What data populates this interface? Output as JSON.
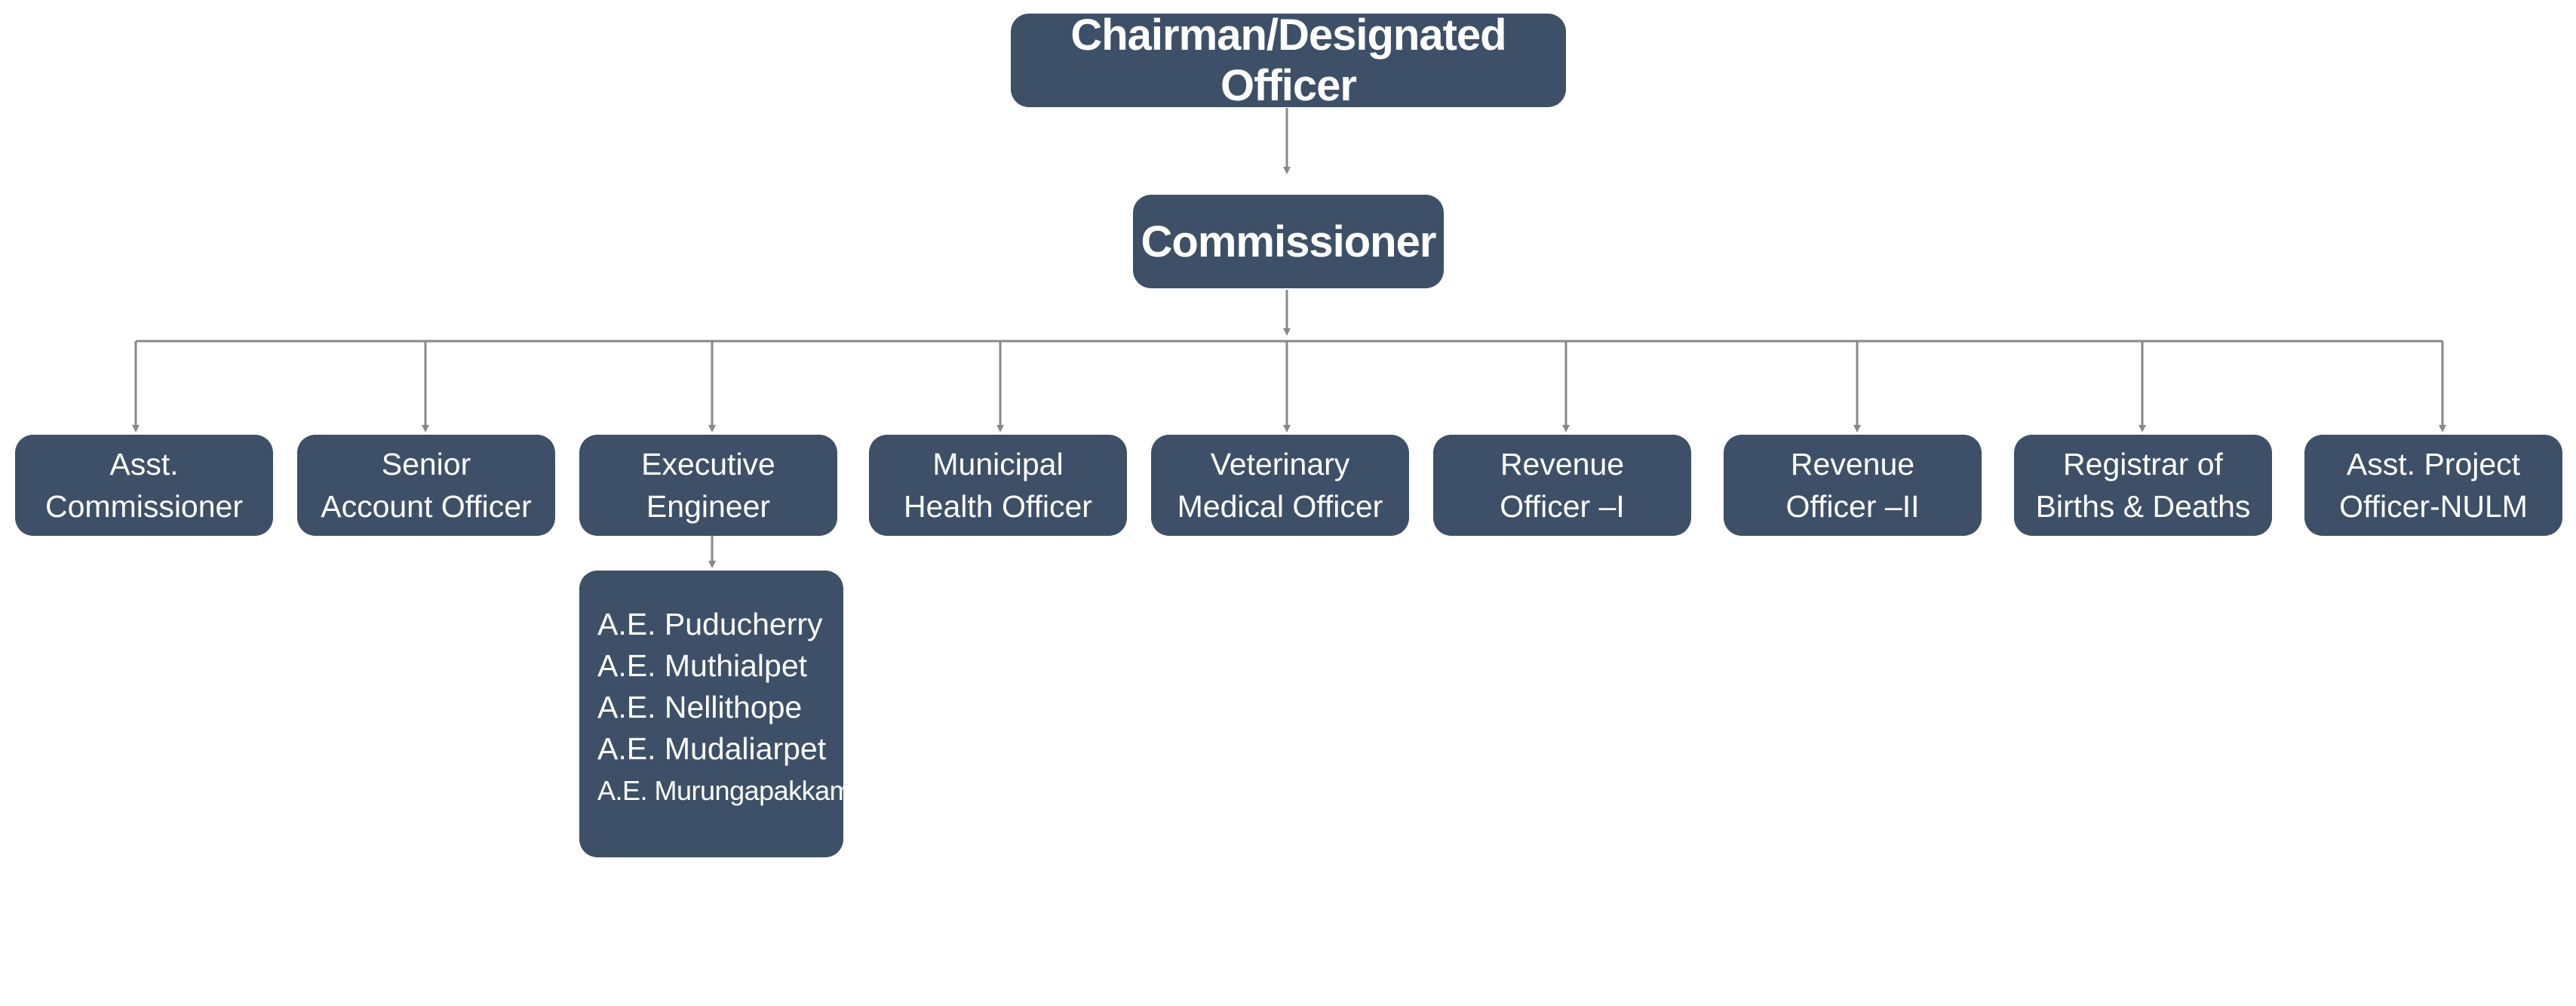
{
  "org_chart": {
    "top": {
      "label": "Chairman/Designated Officer"
    },
    "second": {
      "label": "Commissioner"
    },
    "departments": [
      {
        "label": "Asst.\nCommissioner"
      },
      {
        "label": "Senior\nAccount Officer"
      },
      {
        "label": "Executive\nEngineer"
      },
      {
        "label": "Municipal\nHealth Officer"
      },
      {
        "label": "Veterinary\nMedical Officer"
      },
      {
        "label": "Revenue\nOfficer –I"
      },
      {
        "label": "Revenue\nOfficer –II"
      },
      {
        "label": "Registrar of\nBirths & Deaths"
      },
      {
        "label": "Asst. Project\nOfficer-NULM"
      }
    ],
    "assistant_engineers": [
      "A.E. Puducherry",
      "A.E. Muthialpet",
      "A.E. Nellithope",
      "A.E. Mudaliarpet",
      "A.E. Murungapakkam"
    ]
  },
  "colors": {
    "node_fill": "#3d5068",
    "node_text": "#ffffff",
    "connector": "#888888",
    "background": "#ffffff"
  }
}
